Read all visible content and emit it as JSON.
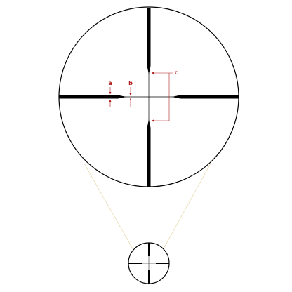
{
  "labels": {
    "a": "a",
    "b": "b",
    "c": "c"
  },
  "colors": {
    "ink": "#000000",
    "label": "#b01c1c",
    "dimension": "#b01c1c",
    "projection": "#e8dcb0"
  }
}
